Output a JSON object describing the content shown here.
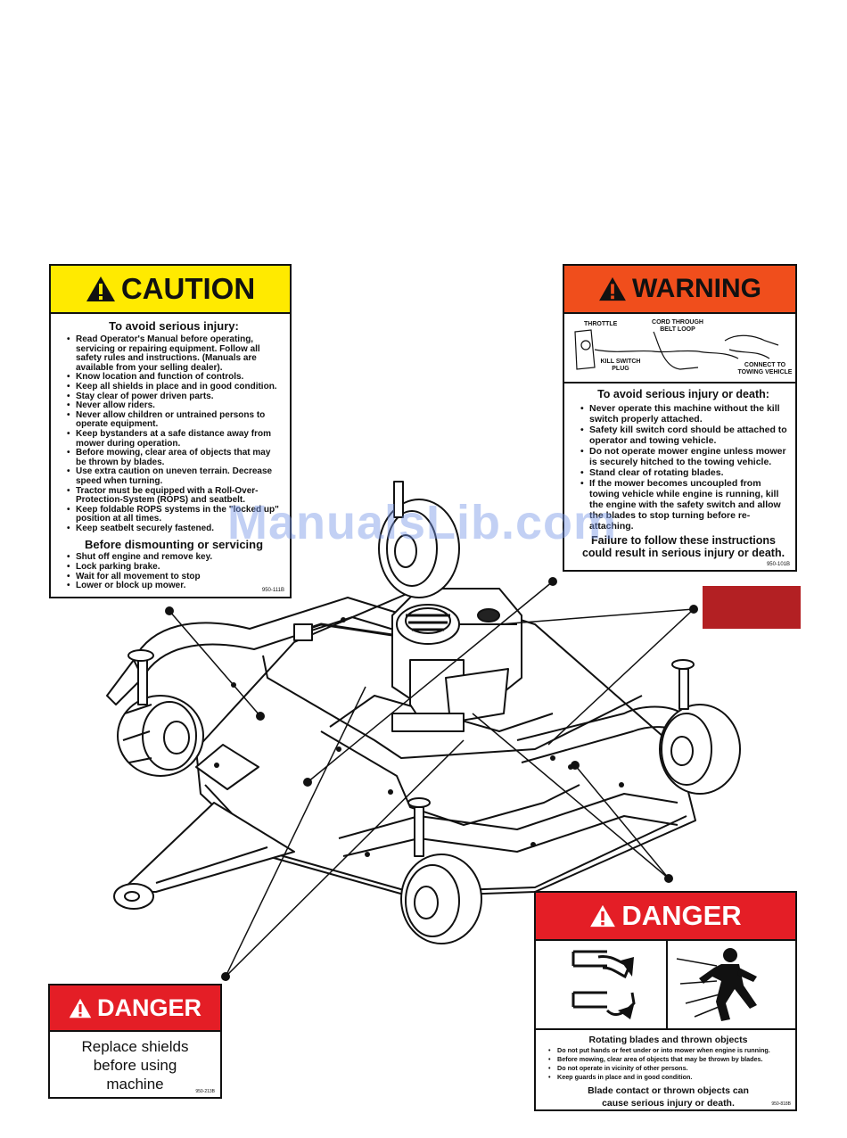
{
  "caution": {
    "title": "CAUTION",
    "subtitle": "To avoid serious injury:",
    "items": [
      "Read Operator's Manual before operating, servicing or repairing equipment. Follow all safety rules and instructions. (Manuals are available from your selling dealer).",
      "Know location and function of controls.",
      "Keep all shields in place and in good condition.",
      "Stay clear of power driven parts.",
      "Never allow riders.",
      "Never allow children or untrained persons to operate equipment.",
      "Keep bystanders at a safe distance away from mower during operation.",
      "Before mowing, clear area of objects that may be thrown by blades.",
      "Use extra caution on uneven terrain.  Decrease speed when turning.",
      "Tractor must be equipped with a Roll-Over-Protection-System (ROPS) and seatbelt.",
      "Keep foldable ROPS systems in the \"locked up\" position at all times.",
      "Keep seatbelt securely fastened."
    ],
    "subtitle2": "Before dismounting or servicing",
    "items2": [
      "Shut off engine and remove key.",
      "Lock parking brake.",
      "Wait for all movement to stop",
      "Lower or block up mower."
    ],
    "code": "950-111B"
  },
  "warning": {
    "title": "WARNING",
    "diagram_labels": {
      "throttle": "THROTTLE",
      "cord": "CORD THROUGH BELT LOOP",
      "kill": "KILL SWITCH PLUG",
      "connect": "CONNECT TO TOWING VEHICLE"
    },
    "subtitle": "To avoid serious injury or death:",
    "items": [
      "Never operate this machine without the kill switch properly attached.",
      "Safety kill switch cord should be attached to operator and towing vehicle.",
      "Do not operate mower engine unless mower is securely hitched to the towing vehicle.",
      "Stand clear of rotating blades.",
      "If the mower becomes uncoupled from towing vehicle while engine is running, kill the engine with the safety switch and allow the blades to stop turning before re-attaching."
    ],
    "footer": "Failure to follow these instructions could result in serious injury or death.",
    "code": "950-101B"
  },
  "danger_small": {
    "title": "DANGER",
    "text": "Replace shields before using machine",
    "code": "950-213B"
  },
  "danger_large": {
    "title": "DANGER",
    "subtitle": "Rotating blades and thrown objects",
    "items": [
      "Do not put hands or feet under or into mower when engine is running.",
      "Before mowing, clear area of objects that may be thrown by blades.",
      "Do not operate in vicinity of other persons.",
      "Keep guards in place and in good condition."
    ],
    "footer": "Blade contact or thrown objects can cause serious injury or death.",
    "code": "950-818B"
  },
  "watermark": "ManualsLib.com",
  "colors": {
    "caution_yellow": "#ffea00",
    "warning_orange": "#f04e1c",
    "danger_red": "#e41e26",
    "reflector_red": "#b32023"
  }
}
